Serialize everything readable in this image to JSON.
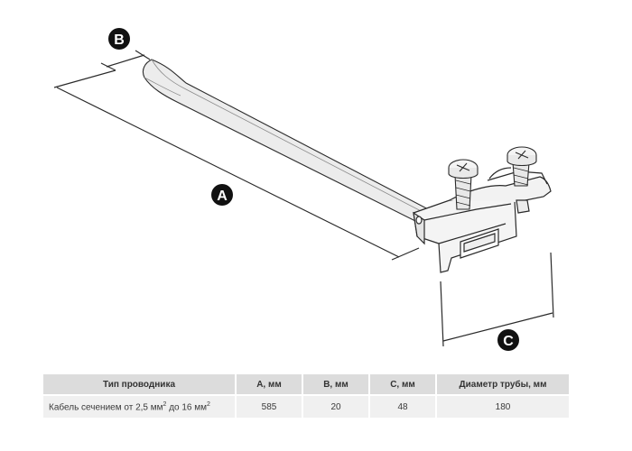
{
  "labels": {
    "a": "A",
    "b": "B",
    "c": "C"
  },
  "table": {
    "headers": [
      "Тип проводника",
      "А, мм",
      "В, мм",
      "С, мм",
      "Диаметр трубы, мм"
    ],
    "row": {
      "conductor_prefix": "Кабель сечением от 2,5 мм",
      "conductor_sup1": "2",
      "conductor_middle": " до 16 мм",
      "conductor_sup2": "2",
      "a": "585",
      "b": "20",
      "c": "48",
      "pipe_diameter": "180"
    }
  },
  "colors": {
    "header_bg": "#dcdcdc",
    "row_bg": "#f0f0f0",
    "line": "#2a2a2a",
    "marker": "#111111"
  }
}
